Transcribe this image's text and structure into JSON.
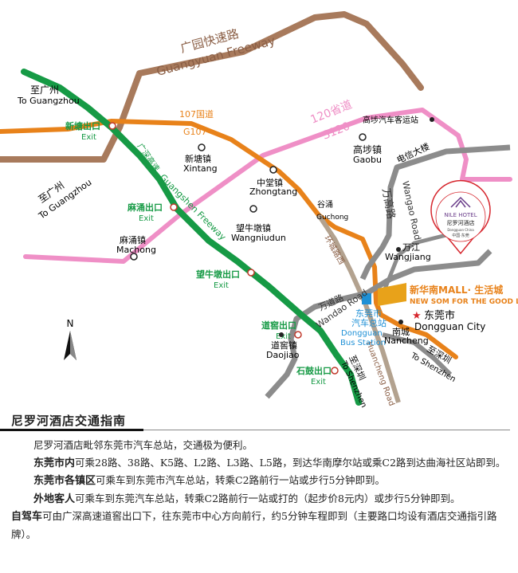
{
  "roads": {
    "guangyuan_cn": "广园快速路",
    "guangyuan_en": "Guangyuan Freeway",
    "g107_cn": "107国道",
    "g107_en": "G107",
    "s120_cn": "120省道",
    "s120_en": "S120",
    "guangshen_cn": "广深高速",
    "guangshen_en": "Guangshen Freeway",
    "wangao_cn": "万高路",
    "wangao_en": "Wangao Road",
    "wandao_cn": "万道路",
    "wandao_en": "Wandao Road",
    "huancheng_cn": "环城路西",
    "huancheng_en": "Huancheng Road"
  },
  "directions": {
    "guangzhou_1_cn": "至广州",
    "guangzhou_1_en": "To Guangzhou",
    "guangzhou_2_cn": "至广州",
    "guangzhou_2_en": "To Guangzhou",
    "shenzhen_1_cn": "至深圳",
    "shenzhen_1_en": "To Shenzhen",
    "shenzhen_2_cn": "至深圳",
    "shenzhen_2_en": "To Shenzhen"
  },
  "exits": {
    "xintang_cn": "新塘出口",
    "xintang_en": "Exit",
    "machong_cn": "麻涌出口",
    "machong_en": "Exit",
    "wangniudun_cn": "望牛墩出口",
    "wangniudun_en": "Exit",
    "daojiao_cn": "道窖出口",
    "daojiao_en": "Exit",
    "shigu_cn": "石鼓出口",
    "shigu_en": "Exit"
  },
  "places": {
    "gaobu_station": "高埗汽车客运站",
    "gaobu_cn": "高埗镇",
    "gaobu_en": "Gaobu",
    "telecom": "电信大楼",
    "xintang_cn": "新塘镇",
    "xintang_en": "Xintang",
    "zhongtang_cn": "中堂镇",
    "zhongtang_en": "Zhongtang",
    "guchong_cn": "谷涌",
    "guchong_en": "Guchong",
    "wangniudun_cn": "望牛墩镇",
    "wangniudun_en": "Wangniudun",
    "machong_cn": "麻涌镇",
    "machong_en": "Machong",
    "wanjiang_cn": "万江",
    "wanjiang_en": "Wangjiang",
    "mall_cn": "新华南MALL· 生活城",
    "mall_en": "NEW SOM FOR THE GOOD LIFE",
    "dongguan_cn": "东莞市",
    "dongguan_en": "Dongguan City",
    "nancheng_cn": "南城",
    "nancheng_en": "Nancheng",
    "bus_cn_1": "东莞市",
    "bus_cn_2": "汽车总站",
    "bus_en_1": "Dongguan",
    "bus_en_2": "Bus Station",
    "daojiao_cn": "道窖镇",
    "daojiao_en": "Daojiao"
  },
  "hotel_badge": {
    "name_en": "NILE HOTEL",
    "name_cn": "尼罗河酒店",
    "sub": "Dongguan China",
    "sub_cn": "中国·东莞"
  },
  "compass": {
    "label": "N"
  },
  "guide": {
    "title": "尼罗河酒店交通指南",
    "intro": "尼罗河酒店毗邻东莞市汽车总站，交通极为便利。",
    "items": [
      {
        "label": "东莞市内",
        "text": "可乘28路、38路、K5路、L2路、L3路、L5路，到达华南摩尔站或乘C2路到达曲海社区站即到。"
      },
      {
        "label": "东莞市各镇区",
        "text": "可乘车到东莞市汽车总站，转乘C2路前行一站或步行5分钟即到。"
      },
      {
        "label": "外地客人",
        "text": "可乘车到东莞汽车总站，转乘C2路前行一站或打的（起步价8元内）或步行5分钟即到。"
      },
      {
        "label": "自驾车",
        "text": "可由广深高速道窖出口下，往东莞市中心方向前行，约5分钟车程即到（主要路口均设有酒店交通指引路牌）。"
      }
    ]
  },
  "colors": {
    "guangyuan": "#a87a5c",
    "g107": "#e8821a",
    "s120": "#ef8fc6",
    "guangshen": "#169a45",
    "grey_road": "#8c8c8c",
    "exit_green": "#169a45",
    "mall_orange": "#e8821a",
    "bus_blue": "#1e90d6"
  }
}
